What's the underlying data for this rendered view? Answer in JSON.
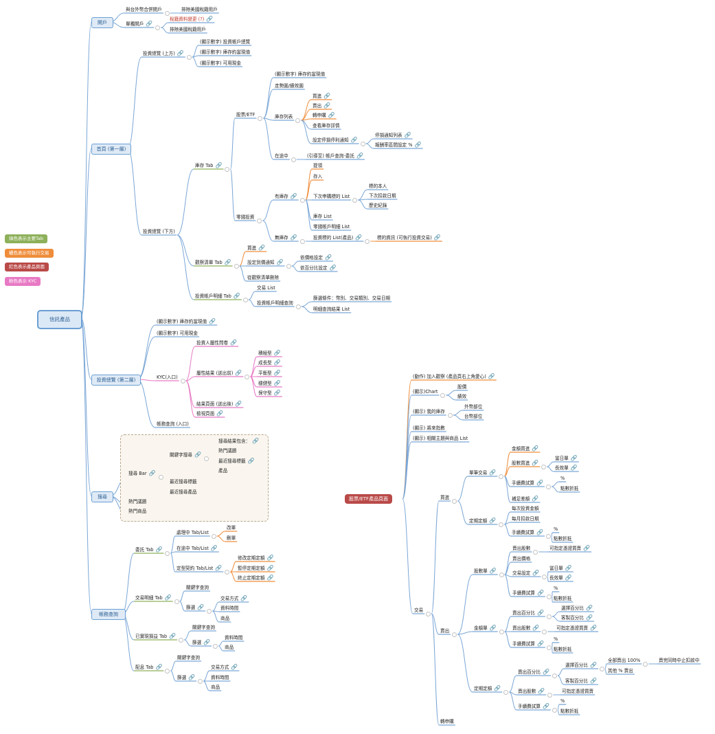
{
  "legend": {
    "green": "綠色表示主要Tab",
    "orange": "橘色表示可執行交易",
    "red": "紅色表示產品頁面",
    "pink": "粉色表示 KYC"
  },
  "colors": {
    "green": "#8db05a",
    "orange": "#ef8d3b",
    "red": "#b94a48",
    "pink": "#e879c4",
    "blue": "#6a9fd3"
  },
  "root": "信託產品",
  "tree1": {
    "open": "開戶",
    "open_a": "與台外幣合併開戶",
    "open_a1": "排除美國稅籍用戶",
    "open_b": "單獨開戶",
    "open_b1": "稅籍資料變更 (?)",
    "open_b2": "排除美國稅籍用戶",
    "home": "首頁 (第一層)",
    "ov_top": "投資總覽 (上方)",
    "ov_top_1": "(顯示數字) 投資帳戶總覽",
    "ov_top_2": "(顯示數字) 庫存約當現值",
    "ov_top_3": "(顯示數字) 可用現金",
    "ov_bottom": "投資總覽 (下方)",
    "inv_tab": "庫存 Tab",
    "stock_etf": "股票/ETF",
    "se_1": "(顯示數字) 庫存約當現值",
    "se_2": "走勢圖/績效圖",
    "se_inv_list": "庫存列表",
    "il_buy": "買進",
    "il_sell": "賣出",
    "il_switch": "轉申購",
    "il_detail": "查看庫存詳情",
    "il_stop": "設定停損停利通知",
    "stop_list": "停損通知列表",
    "stop_pct": "報酬率區間設定 %",
    "in_transit": "在途中",
    "in_transit_1": "(引導至) 帳戶查詢-委託",
    "zero": "零錢投資",
    "has_inv": "有庫存",
    "hi_withdraw": "提領",
    "hi_deposit": "存入",
    "hi_next": "下次申購標的 List",
    "hi_next_1": "標的本人",
    "hi_next_2": "下次扣款日期",
    "hi_next_3": "歷史紀錄",
    "hi_list": "庫存 List",
    "hi_acct": "零錢帳戶明細 List",
    "no_inv": "無庫存",
    "no_inv_1": "投資標的 List(產品)",
    "no_inv_2": "標的資訊 (可執行投資交易)",
    "watch_tab": "觀察清單 Tab",
    "w_buy": "買進",
    "w_alert": "設定到價通知",
    "w_alert_1": "依價格設定",
    "w_alert_2": "依百分比設定",
    "w_remove": "從觀察清單刪除",
    "acct_tab": "投資帳戶明細 Tab",
    "at_1": "交易 List",
    "at_2": "投資帳戶明細查詢",
    "at_2a": "篩選條件：幣別、交易類別、交易日期",
    "at_2b": "明細查詢結果 List",
    "ov2": "投資總覽 (第二層)",
    "ov2_1": "(顯示數字) 庫存約當現值",
    "ov2_2": "(顯示數字) 可用現金",
    "kyc": "KYC(入口)",
    "kyc_q": "投資人屬性問卷",
    "kyc_res": "屬性結果 (送出前)",
    "kyc_t1": "積極型",
    "kyc_t2": "成長型",
    "kyc_t3": "平衡型",
    "kyc_t4": "穩健型",
    "kyc_t5": "保守型",
    "kyc_after": "結果頁面 (送出後)",
    "kyc_review": "檢視頁面",
    "acct_q": "帳務查詢 (入口)",
    "search": "搜尋",
    "search_bar": "搜尋 Bar",
    "kw_search": "關鍵字搜尋",
    "kw_1": "搜尋結果包含：",
    "kw_2": "熱門議題",
    "kw_3": "最近搜尋標籤",
    "kw_4": "產品",
    "recent_tag": "最近搜尋標籤",
    "recent_prod": "最近搜尋產品",
    "hot_topic": "熱門議題",
    "hot_prod": "熱門商品",
    "ledger": "帳務查詢",
    "entrust": "委託 Tab",
    "en_proc": "處理中 Tab/List",
    "en_proc_1": "改單",
    "en_proc_2": "刪單",
    "en_transit": "在途中 Tab/List",
    "en_fixed": "定型契約 Tab/List",
    "en_fixed_1": "修改定期定額",
    "en_fixed_2": "暫停定期定額",
    "en_fixed_3": "終止定期定額",
    "trade_tab": "交易明細 Tab",
    "tt_kw": "關鍵字查詢",
    "tt_filter": "篩選",
    "tt_f1": "交易方式",
    "tt_f2": "資料時間",
    "tt_f3": "商品",
    "pnl_tab": "已實現損益 Tab",
    "pnl_kw": "關鍵字查詢",
    "pnl_filter": "篩選",
    "pnl_f1": "資料時間",
    "pnl_f2": "商品",
    "div_tab": "配息 Tab",
    "div_kw": "關鍵字查詢",
    "div_filter": "篩選",
    "div_f1": "交易方式",
    "div_f2": "資料時間",
    "div_f3": "商品"
  },
  "tree2": {
    "root": "股票/ETF產品頁面",
    "a1": "(動作) 加入觀察 (產品頁右上角愛心)",
    "a2": "(顯示)Chart",
    "a2_1": "股價",
    "a2_2": "績效",
    "a3": "(顯示) 我的庫存",
    "a3_1": "外幣部位",
    "a3_2": "台幣部位",
    "a4": "(顯示) 將來指數",
    "a5": "(顯示) 相關主題與商品 List",
    "trade": "交易",
    "buy": "買進",
    "single": "單筆交易",
    "s_amt": "金額買進",
    "s_shares": "股數買進",
    "s_sh_1": "當日單",
    "s_sh_2": "長效單",
    "s_fee": "手續費試算",
    "s_fee_1": "%",
    "s_fee_2": "點數折抵",
    "s_adj": "補足差額",
    "fixed": "定期定額",
    "f_amt": "每次投資金額",
    "f_date": "每月扣款日期",
    "f_fee": "手續費試算",
    "f_fee_1": "%",
    "f_fee_2": "點數折抵",
    "sell": "賣出",
    "by_share": "股數單",
    "bs_1": "賣出股數",
    "bs_1a": "可指定憑證買賣",
    "bs_2": "賣出價格",
    "bs_3": "交易設定",
    "bs_3a": "當日單",
    "bs_3b": "長效單",
    "bs_4": "手續費試算",
    "bs_4a": "%",
    "bs_4b": "點數折抵",
    "by_amt": "金額單",
    "ba_1": "賣出百分比",
    "ba_1a": "選擇百分比",
    "ba_1b": "客製百分比",
    "ba_2": "賣出股數",
    "ba_2a": "可指定憑證買賣",
    "ba_3": "手續費試算",
    "ba_3a": "%",
    "ba_3b": "點數折抵",
    "fx": "定期定額",
    "fx_1": "賣出百分比",
    "fx_1a": "選擇百分比",
    "fx_1a1": "全部賣出 100%",
    "fx_1a1x": "賣完同時中止扣款中",
    "fx_1a2": "其他 % 賣出",
    "fx_1b": "客製百分比",
    "fx_2": "賣出股數",
    "fx_2a": "可指定憑證買賣",
    "fx_3": "手續費試算",
    "fx_3a": "%",
    "fx_3b": "點數折抵",
    "switch": "轉申購"
  }
}
